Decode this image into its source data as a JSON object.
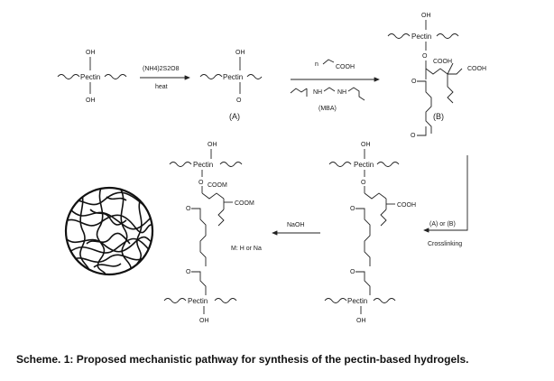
{
  "scheme": {
    "pectin": "Pectin",
    "oh": "OH",
    "o": "O",
    "cooh": "COOH",
    "coom": "COOM",
    "nh": "NH",
    "n": "n",
    "reagent_oxidant": "(NH4)2S2O8",
    "reagent_heat": "heat",
    "label_a": "(A)",
    "label_b": "(B)",
    "mba_label": "(MBA)",
    "a_or_b": "(A) or (B)",
    "crosslinking": "Crosslinking",
    "naoh": "NaOH",
    "m_note": "M: H or Na"
  },
  "caption": "Scheme. 1: Proposed mechanistic pathway for synthesis of the pectin-based hydrogels."
}
